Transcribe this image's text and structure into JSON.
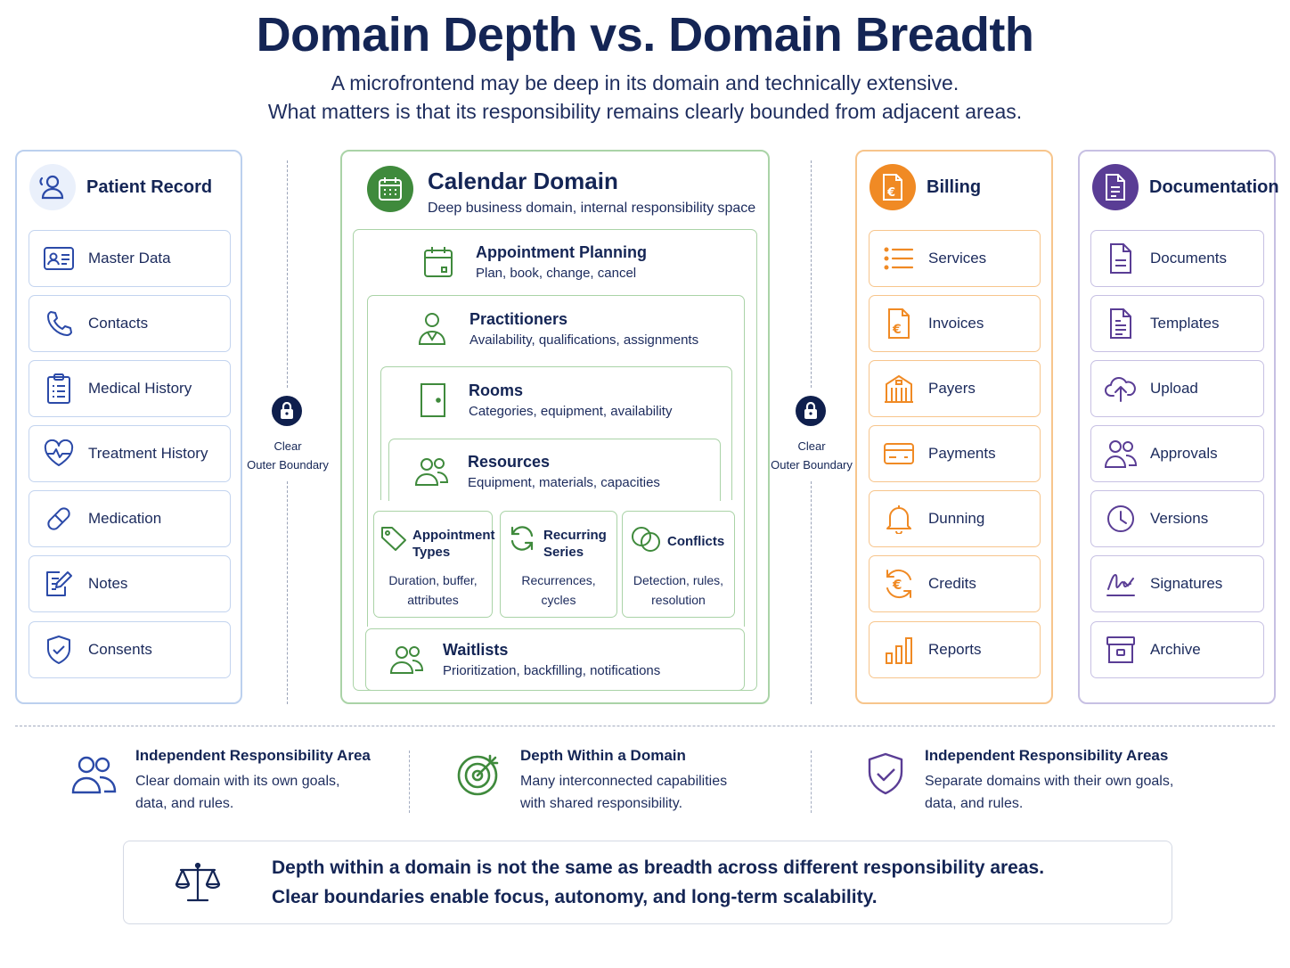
{
  "header": {
    "title": "Domain Depth vs. Domain Breadth",
    "subtitle_line1": "A microfrontend may be deep in its domain and technically extensive.",
    "subtitle_line2": "What matters is that its responsibility remains clearly bounded from adjacent areas."
  },
  "patient": {
    "title": "Patient Record",
    "items": [
      {
        "label": "Master Data",
        "icon": "id-card-icon"
      },
      {
        "label": "Contacts",
        "icon": "phone-icon"
      },
      {
        "label": "Medical History",
        "icon": "clipboard-icon"
      },
      {
        "label": "Treatment History",
        "icon": "heart-pulse-icon"
      },
      {
        "label": "Medication",
        "icon": "pill-icon"
      },
      {
        "label": "Notes",
        "icon": "note-edit-icon"
      },
      {
        "label": "Consents",
        "icon": "shield-check-icon"
      }
    ]
  },
  "boundary": {
    "left_line1": "Clear",
    "left_line2": "Outer Boundary",
    "right_line1": "Clear",
    "right_line2": "Outer Boundary"
  },
  "calendar": {
    "title": "Calendar Domain",
    "subtitle": "Deep business domain, internal responsibility space",
    "appointment_planning": {
      "title": "Appointment Planning",
      "desc": "Plan, book, change, cancel"
    },
    "practitioners": {
      "title": "Practitioners",
      "desc": "Availability, qualifications, assignments"
    },
    "rooms": {
      "title": "Rooms",
      "desc": "Categories, equipment, availability"
    },
    "resources": {
      "title": "Resources",
      "desc": "Equipment, materials, capacities"
    },
    "appointment_types": {
      "title_l1": "Appointment",
      "title_l2": "Types",
      "desc_l1": "Duration, buffer,",
      "desc_l2": "attributes"
    },
    "recurring_series": {
      "title_l1": "Recurring",
      "title_l2": "Series",
      "desc_l1": "Recurrences,",
      "desc_l2": "cycles"
    },
    "conflicts": {
      "title": "Conflicts",
      "desc_l1": "Detection, rules,",
      "desc_l2": "resolution"
    },
    "waitlists": {
      "title": "Waitlists",
      "desc": "Prioritization, backfilling, notifications"
    }
  },
  "billing": {
    "title": "Billing",
    "items": [
      {
        "label": "Services",
        "icon": "list-icon"
      },
      {
        "label": "Invoices",
        "icon": "invoice-icon"
      },
      {
        "label": "Payers",
        "icon": "building-icon"
      },
      {
        "label": "Payments",
        "icon": "credit-card-icon"
      },
      {
        "label": "Dunning",
        "icon": "bell-icon"
      },
      {
        "label": "Credits",
        "icon": "euro-cycle-icon"
      },
      {
        "label": "Reports",
        "icon": "bar-chart-icon"
      }
    ]
  },
  "documentation": {
    "title": "Documentation",
    "items": [
      {
        "label": "Documents",
        "icon": "document-icon"
      },
      {
        "label": "Templates",
        "icon": "template-icon"
      },
      {
        "label": "Upload",
        "icon": "cloud-upload-icon"
      },
      {
        "label": "Approvals",
        "icon": "users-icon"
      },
      {
        "label": "Versions",
        "icon": "clock-icon"
      },
      {
        "label": "Signatures",
        "icon": "signature-icon"
      },
      {
        "label": "Archive",
        "icon": "archive-icon"
      }
    ]
  },
  "bottom": {
    "col1": {
      "title": "Independent Responsibility Area",
      "desc_l1": "Clear domain with its own goals,",
      "desc_l2": "data, and rules."
    },
    "col2": {
      "title": "Depth Within a Domain",
      "desc_l1": "Many interconnected capabilities",
      "desc_l2": "with shared responsibility."
    },
    "col3": {
      "title": "Independent Responsibility Areas",
      "desc_l1": "Separate domains with their own goals,",
      "desc_l2": "data, and rules."
    }
  },
  "summary": {
    "line1": "Depth within a domain is not the same as breadth across different responsibility areas.",
    "line2": "Clear boundaries enable focus, autonomy, and long-term scalability."
  },
  "colors": {
    "navy": "#142555",
    "blue": "#2b4aa8",
    "green": "#3f8a3c",
    "orange": "#f08a24",
    "purple": "#5a3d95"
  }
}
